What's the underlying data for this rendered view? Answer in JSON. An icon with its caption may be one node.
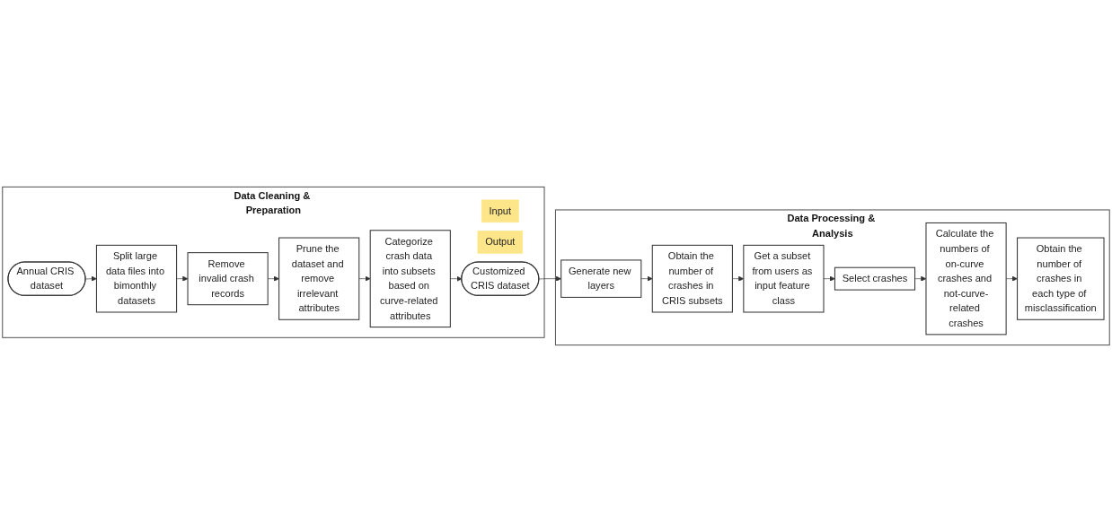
{
  "diagram": {
    "nodes": [
      {
        "text": [
          "Data Cleaning & Preparation"
        ]
      },
      {
        "text": [
          "Input"
        ],
        "in": 0
      },
      {
        "text": [
          "Annual CRIS dataset"
        ],
        "in": 0
      },
      {
        "text": [
          "Split large data files into bimonthly datasets"
        ],
        "in": 0
      },
      {
        "text": [
          "Remove invalid crash records"
        ],
        "in": 0
      },
      {
        "text": [
          "Prune the dataset and remove irrelevant attributes"
        ],
        "in": 0
      },
      {
        "text": [
          "Categorize crash data into subsets based on curve-related attributes"
        ],
        "in": 0
      },
      {
        "text": [
          "Output"
        ],
        "in": 0
      },
      {
        "text": [
          "Customized CRIS dataset"
        ],
        "in": 0
      },
      {
        "text": [
          "Data Processing & Analysis"
        ]
      },
      {
        "text": [
          "Generate new layers"
        ],
        "in": 9
      },
      {
        "text": [
          "Obtain the number of crashes in CRIS subsets"
        ],
        "in": 9
      },
      {
        "text": [
          "Get a subset from users as input feature class"
        ],
        "in": 9
      },
      {
        "text": [
          "Select crashes"
        ],
        "in": 9
      },
      {
        "text": [
          "Calculate the numbers of on-curve crashes and not-curve-related crashes"
        ],
        "in": 9
      },
      {
        "text": [
          "Obtain the number of crashes in each type of misclassification"
        ],
        "in": 9
      }
    ],
    "edges": [
      {
        "from": 2,
        "to": 3,
        "arrow": "to"
      },
      {
        "from": 3,
        "to": 4,
        "arrow": "to"
      },
      {
        "from": 4,
        "to": 5,
        "arrow": "to"
      },
      {
        "from": 5,
        "to": 6,
        "arrow": "to"
      },
      {
        "from": 6,
        "to": 8,
        "arrow": "to"
      },
      {
        "from": 8,
        "to": 10,
        "arrow": "to"
      },
      {
        "from": 10,
        "to": 11,
        "arrow": "to"
      },
      {
        "from": 11,
        "to": 12,
        "arrow": "to"
      },
      {
        "from": 12,
        "to": 13,
        "arrow": "to"
      },
      {
        "from": 13,
        "to": 14,
        "arrow": "to"
      },
      {
        "from": 14,
        "to": 15,
        "arrow": "to"
      }
    ]
  }
}
